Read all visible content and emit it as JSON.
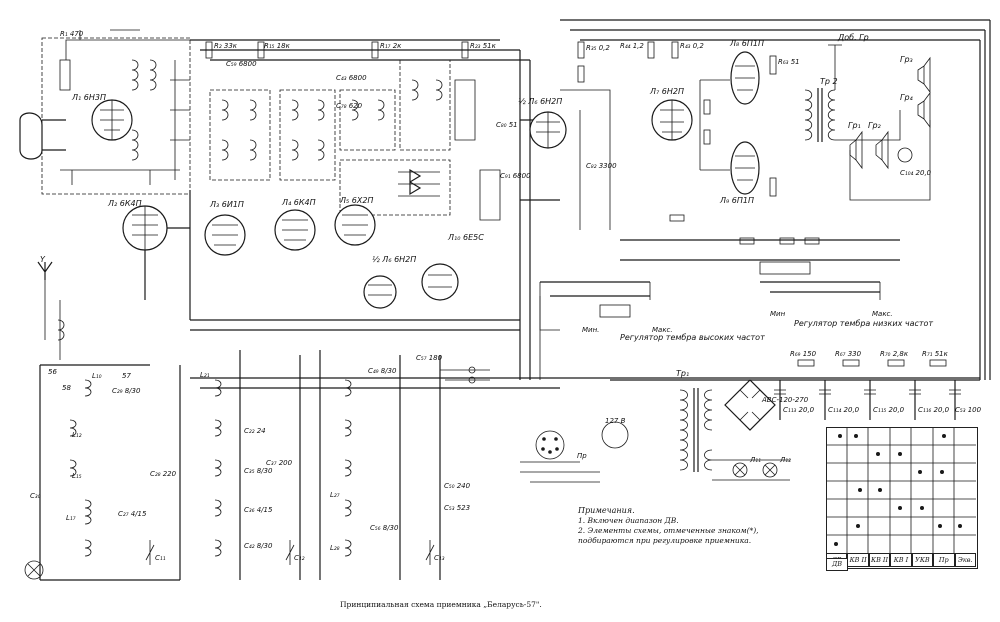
{
  "caption": "Принципиальная схема приемника „Беларусь-57\".",
  "notes": {
    "title": "Примечания.",
    "items": [
      "1. Включен диапазон ДВ.",
      "2. Элементы схемы, отмеченные знаком(*), подбираются при регулировке приемника."
    ]
  },
  "labels": {
    "tube_1": "Л₁ 6Н3П",
    "tube_2": "Л₂ 6К4П",
    "tube_3": "Л₃ 6И1П",
    "tube_4": "Л₄ 6К4П",
    "tube_5": "Л₅ 6Х2П",
    "tube_6": "½ Л₆ 6Н2П",
    "tube_7": "Л₇ 6Н2П",
    "tube_8": "Л₈ 6П1П",
    "tube_9": "Л₉ 6П1П",
    "tube_10": "Л₁₀ 6Е5С",
    "tube_6b": "½ Л₆ 6Н2П",
    "ext_speaker": "Доб. Гр",
    "transformer_out": "Тр 2",
    "transformer_pow": "Тр₁",
    "rectifier": "АВС-120-270",
    "reg_high": "Регулятор тембра высоких частот",
    "reg_low": "Регулятор тембра низких частот",
    "min_1": "Мин.",
    "max_1": "Макс.",
    "min_2": "Мин",
    "max_2": "Макс.",
    "spk_1": "Гр₁",
    "spk_2": "Гр₂",
    "spk_3": "Гр₃",
    "spk_4": "Гр₄",
    "fuse": "Пр",
    "lamp_1": "Л₁₁",
    "lamp_2": "Л₁₂",
    "r1": "R₁ 470",
    "r2": "R₂ 33к",
    "r3": "R₁₅ 18к",
    "r4": "R₁₇ 2к",
    "r5": "R₂₃ 51к",
    "r6": "R₃₅ 0,2",
    "r7": "R₄₄ 1,2",
    "r8": "R₄₃ 0,2",
    "r9": "R₆₃ 51",
    "c1": "C₅₉ 6800",
    "c2": "C₄₃ 6800",
    "c3": "C₇₈ 620",
    "c4": "C₈₀ 51",
    "c5": "C₈₂ 3300",
    "c6": "C₉₁ 6800",
    "c7": "C₁₀₄ 20,0",
    "c8": "C₁₁₃ 20,0",
    "c9": "C₁₁₄ 20,0",
    "c10": "C₁₁₅ 20,0",
    "c11": "C₁₁₆ 20,0",
    "c12": "C₅₃ 100",
    "c13": "C₅₀ 240",
    "c14": "C₅₃ 523",
    "c15": "C₅₇ 180",
    "r10": "R₆₉ 150",
    "r11": "R₆₇ 330",
    "r12": "R₇₀ 2,8к",
    "r13": "R₇₁ 51к",
    "voltage": "127 В",
    "l1": "L₁₀",
    "l2": "L₁₂",
    "l3": "L₁₅",
    "l4": "L₁₇",
    "l5": "L₂₁",
    "l6": "L₂₇",
    "l7": "L₂₈",
    "ant": "Y",
    "gnd_num_1": "58",
    "gnd_num_2": "57",
    "gnd_num_3": "56",
    "cap_c30": "C₃₀",
    "cap_c29": "C₂₉ 8/30",
    "cap_c22": "C₂₂ 24",
    "cap_c35": "C₃₅ 8/30",
    "cap_c36": "C₃₆ 4/15",
    "cap_c37": "C₃₇ 200",
    "cap_c42": "C₄₂ 8/30",
    "cap_c49": "C₄₉ 8/30",
    "cap_c56": "C₅₆ 8/30",
    "cap_c28": "C₂₈ 220",
    "cap_c27": "C₂₇ 4/15",
    "k1": "C₁₁",
    "k2": "C₁₂",
    "k3": "C₁₃"
  },
  "switch_tabs": [
    "СВ",
    "КВ II",
    "КВ II",
    "КВ I",
    "УКВ",
    "Пр",
    "Экв."
  ],
  "switch_extra": "ДВ"
}
